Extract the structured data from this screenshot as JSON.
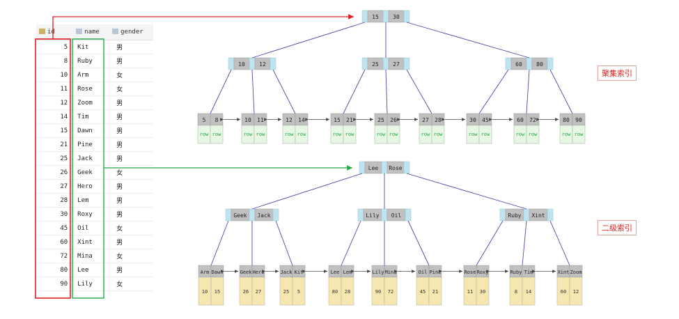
{
  "table": {
    "headers": [
      "id",
      "name",
      "gender"
    ],
    "rows": [
      [
        "5",
        "Kit",
        "男"
      ],
      [
        "8",
        "Ruby",
        "男"
      ],
      [
        "10",
        "Arm",
        "女"
      ],
      [
        "11",
        "Rose",
        "女"
      ],
      [
        "12",
        "Zoom",
        "男"
      ],
      [
        "14",
        "Tim",
        "男"
      ],
      [
        "15",
        "Dawn",
        "男"
      ],
      [
        "21",
        "Pine",
        "男"
      ],
      [
        "25",
        "Jack",
        "男"
      ],
      [
        "26",
        "Geek",
        "女"
      ],
      [
        "27",
        "Hero",
        "男"
      ],
      [
        "28",
        "Lem",
        "男"
      ],
      [
        "30",
        "Roxy",
        "男"
      ],
      [
        "45",
        "Oil",
        "女"
      ],
      [
        "60",
        "Xint",
        "男"
      ],
      [
        "72",
        "Mina",
        "女"
      ],
      [
        "80",
        "Lee",
        "男"
      ],
      [
        "90",
        "Lily",
        "女"
      ]
    ]
  },
  "labels": {
    "clustered": "聚集索引",
    "secondary": "二级索引"
  },
  "clustered_tree": {
    "root": [
      "15",
      "30"
    ],
    "internal": [
      [
        "10",
        "12"
      ],
      [
        "25",
        "27"
      ],
      [
        "60",
        "80"
      ]
    ],
    "leaves": [
      [
        "5",
        "8"
      ],
      [
        "10",
        "11"
      ],
      [
        "12",
        "14"
      ],
      [
        "15",
        "21"
      ],
      [
        "25",
        "26"
      ],
      [
        "27",
        "28"
      ],
      [
        "30",
        "45"
      ],
      [
        "60",
        "72"
      ],
      [
        "80",
        "90"
      ]
    ],
    "row_text": "row"
  },
  "secondary_tree": {
    "root": [
      "Lee",
      "Rose"
    ],
    "internal": [
      [
        "Geek",
        "Jack"
      ],
      [
        "Lily",
        "Oil"
      ],
      [
        "Ruby",
        "Xint"
      ]
    ],
    "leaves": [
      {
        "keys": [
          "Arm",
          "Dawn"
        ],
        "ids": [
          "10",
          "15"
        ]
      },
      {
        "keys": [
          "Geek",
          "Hero"
        ],
        "ids": [
          "26",
          "27"
        ]
      },
      {
        "keys": [
          "Jack",
          "Kit"
        ],
        "ids": [
          "25",
          "5"
        ]
      },
      {
        "keys": [
          "Lee",
          "Lem"
        ],
        "ids": [
          "80",
          "28"
        ]
      },
      {
        "keys": [
          "Lily",
          "Mina"
        ],
        "ids": [
          "90",
          "72"
        ]
      },
      {
        "keys": [
          "Oil",
          "Pine"
        ],
        "ids": [
          "45",
          "21"
        ]
      },
      {
        "keys": [
          "Rose",
          "Roxy"
        ],
        "ids": [
          "11",
          "30"
        ]
      },
      {
        "keys": [
          "Ruby",
          "Tim"
        ],
        "ids": [
          "8",
          "14"
        ]
      },
      {
        "keys": [
          "Xint",
          "Zoom"
        ],
        "ids": [
          "60",
          "12"
        ]
      }
    ]
  },
  "colors": {
    "key_cell": "#c0c0c0",
    "pointer_cell": "#bfe3ef",
    "row_cell": "#e6f7e3",
    "row_text": "#2aa34a",
    "leaf_value_cell": "#f6e6b0",
    "edge": "#4a4aaa",
    "red_arrow": "#e02020",
    "green_arrow": "#22aa44"
  }
}
